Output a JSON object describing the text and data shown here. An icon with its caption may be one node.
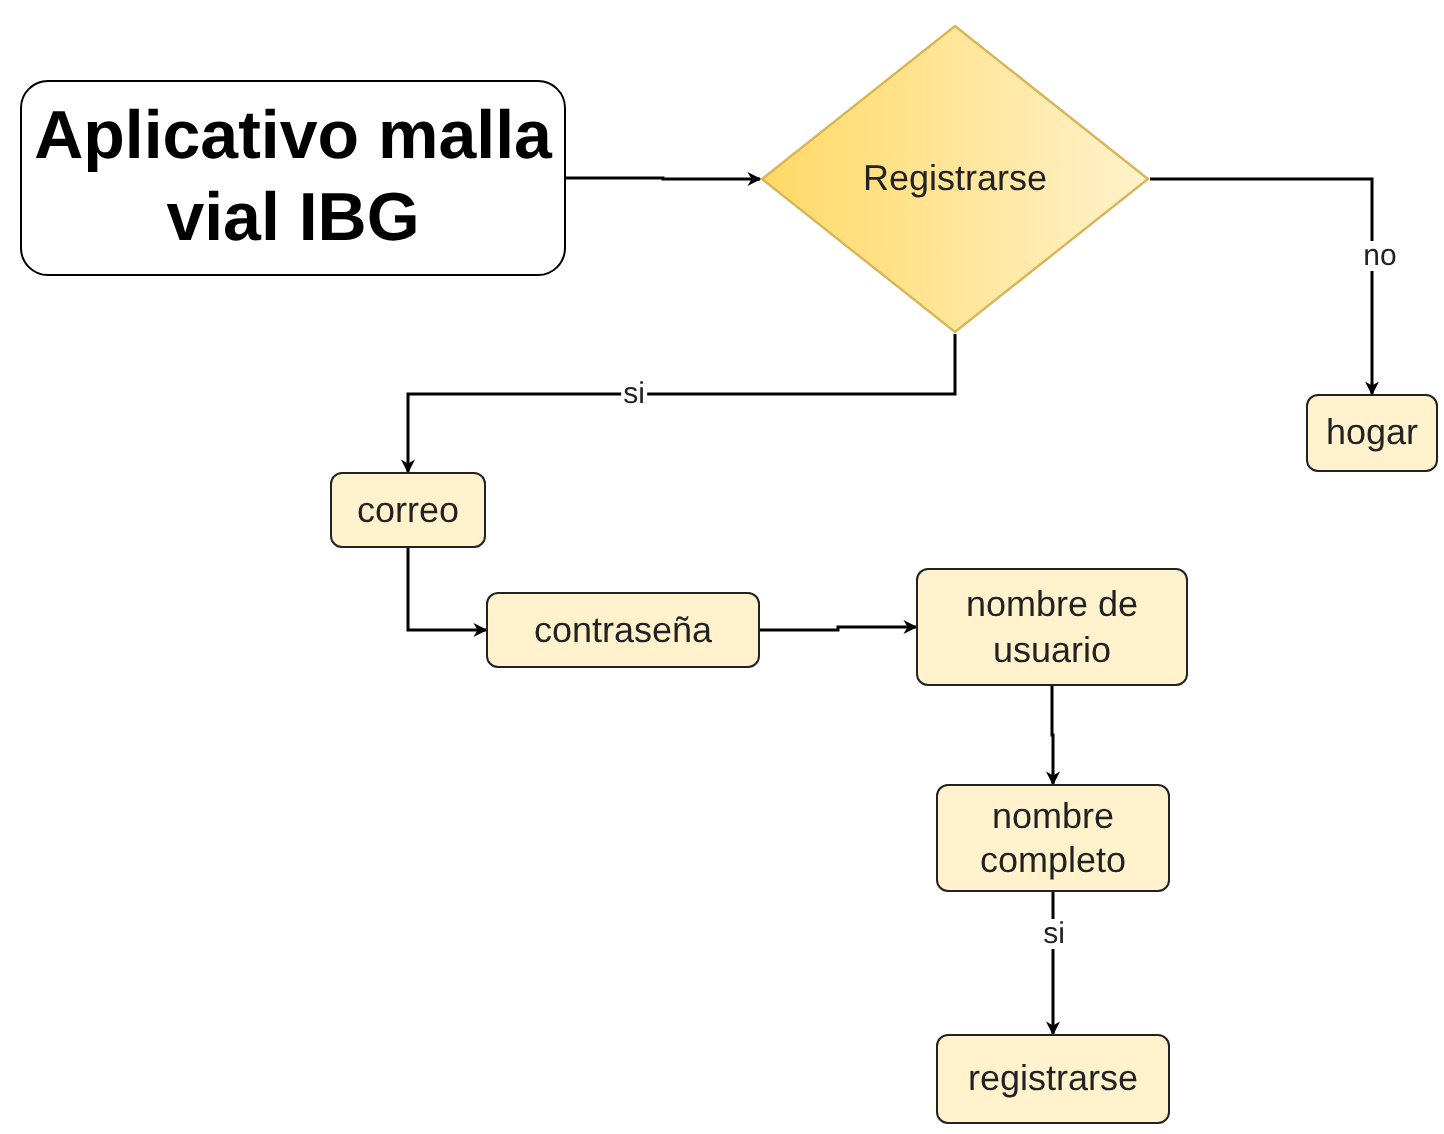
{
  "diagram": {
    "nodes": [
      {
        "text": [
          "Aplicativo malla vial IBG"
        ]
      },
      {
        "text": [
          "Registrarse"
        ]
      },
      {
        "text": [
          "hogar"
        ]
      },
      {
        "text": [
          "correo"
        ]
      },
      {
        "text": [
          "contraseña"
        ]
      },
      {
        "text": [
          "nombre de usuario"
        ]
      },
      {
        "text": [
          "nombre completo"
        ]
      },
      {
        "text": [
          "registrarse"
        ]
      }
    ],
    "edges": [
      {
        "from": 0,
        "to": 1,
        "arrow": "to"
      },
      {
        "from": 1,
        "to": 2,
        "label": "no",
        "arrow": "to"
      },
      {
        "from": 1,
        "to": 3,
        "label": "si",
        "arrow": "to"
      },
      {
        "from": 3,
        "to": 4,
        "arrow": "to"
      },
      {
        "from": 4,
        "to": 5,
        "arrow": "to"
      },
      {
        "from": 5,
        "to": 6,
        "arrow": "to"
      },
      {
        "from": 6,
        "to": 7,
        "label": "si",
        "arrow": "to"
      }
    ]
  }
}
